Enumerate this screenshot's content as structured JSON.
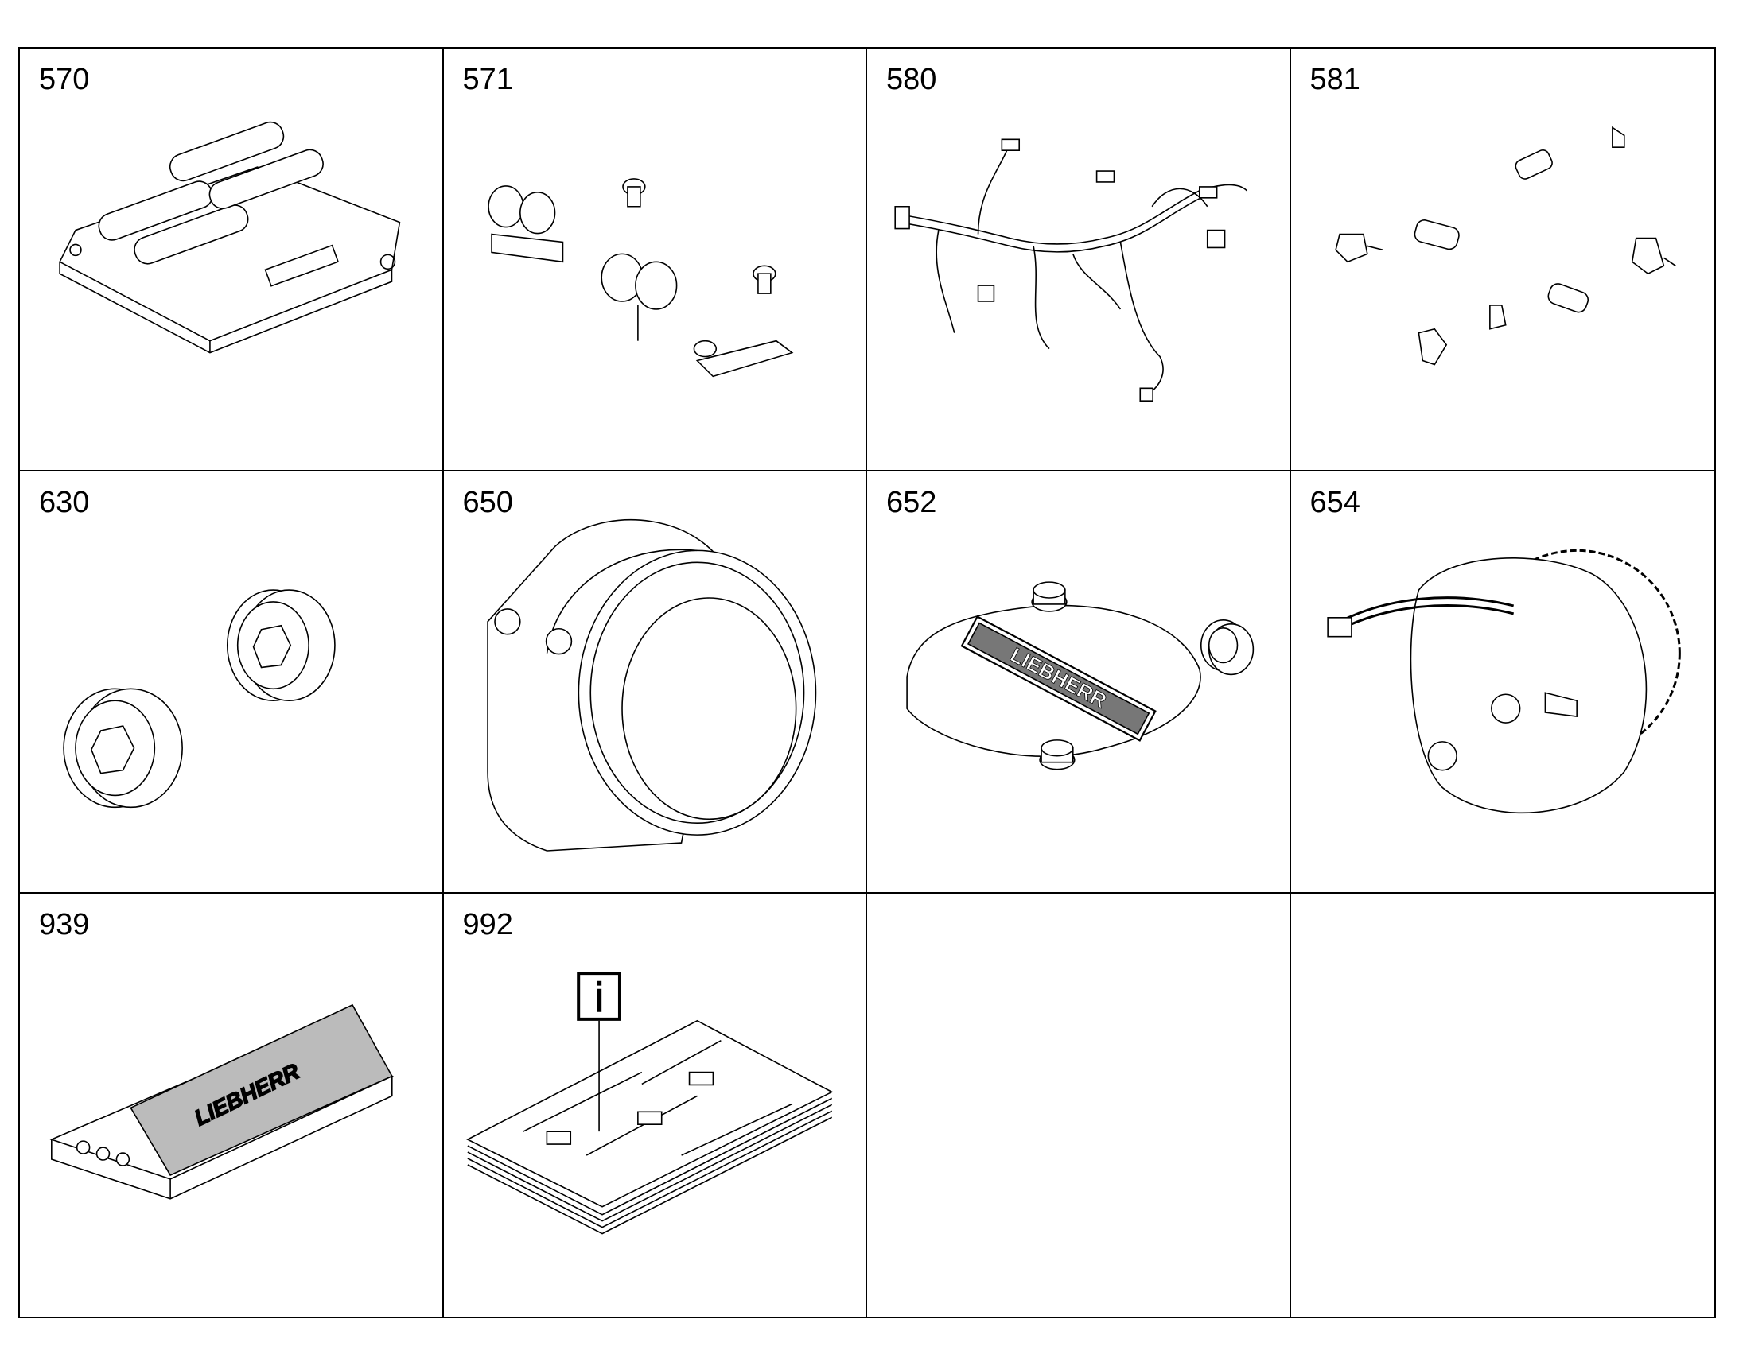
{
  "cells": [
    {
      "number": "570",
      "icon": "valve-cover-icon"
    },
    {
      "number": "571",
      "icon": "bracket-clamp-icon"
    },
    {
      "number": "580",
      "icon": "wiring-harness-icon"
    },
    {
      "number": "581",
      "icon": "sensor-set-icon"
    },
    {
      "number": "630",
      "icon": "screw-plug-icon"
    },
    {
      "number": "650",
      "icon": "flywheel-housing-icon"
    },
    {
      "number": "652",
      "icon": "cover-plate-icon"
    },
    {
      "number": "654",
      "icon": "drive-gear-unit-icon"
    },
    {
      "number": "939",
      "icon": "parts-kit-box-icon"
    },
    {
      "number": "992",
      "icon": "documentation-icon"
    },
    {
      "number": "",
      "icon": ""
    },
    {
      "number": "",
      "icon": ""
    }
  ],
  "labels": {
    "brand": "LIEBHERR",
    "info": "i"
  }
}
